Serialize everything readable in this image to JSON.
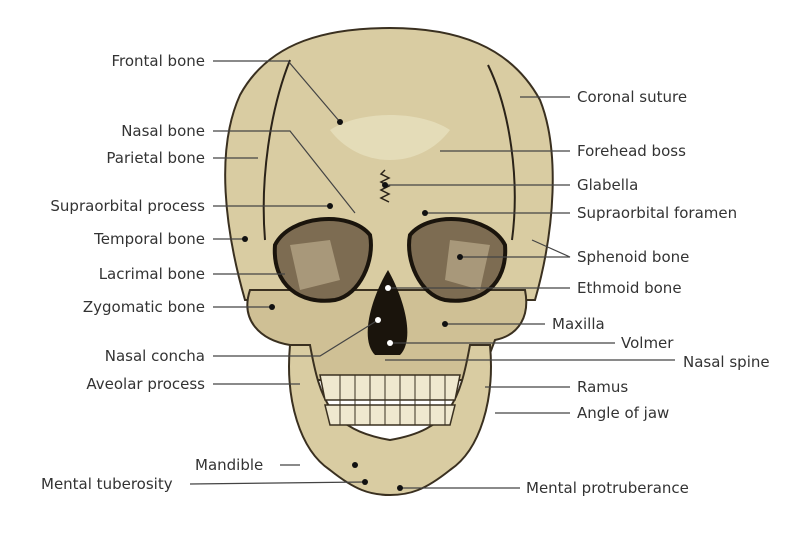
{
  "colors": {
    "bone": "#d9cca2",
    "shadow": "#a8987a",
    "socket": "#7d6c52",
    "line": "#444444",
    "text": "#333333"
  },
  "labels_left": [
    "Frontal bone",
    "Nasal bone",
    "Parietal bone",
    "Supraorbital process",
    "Temporal bone",
    "Lacrimal bone",
    "Zygomatic bone",
    "Nasal concha",
    "Aveolar process",
    "Mandible",
    "Mental tuberosity"
  ],
  "labels_right": [
    "Coronal suture",
    "Forehead boss",
    "Glabella",
    "Supraorbital foramen",
    "Sphenoid bone",
    "Ethmoid bone",
    "Maxilla",
    "Volmer",
    "Nasal spine",
    "Ramus",
    "Angle of jaw",
    "Mental protruberance"
  ]
}
